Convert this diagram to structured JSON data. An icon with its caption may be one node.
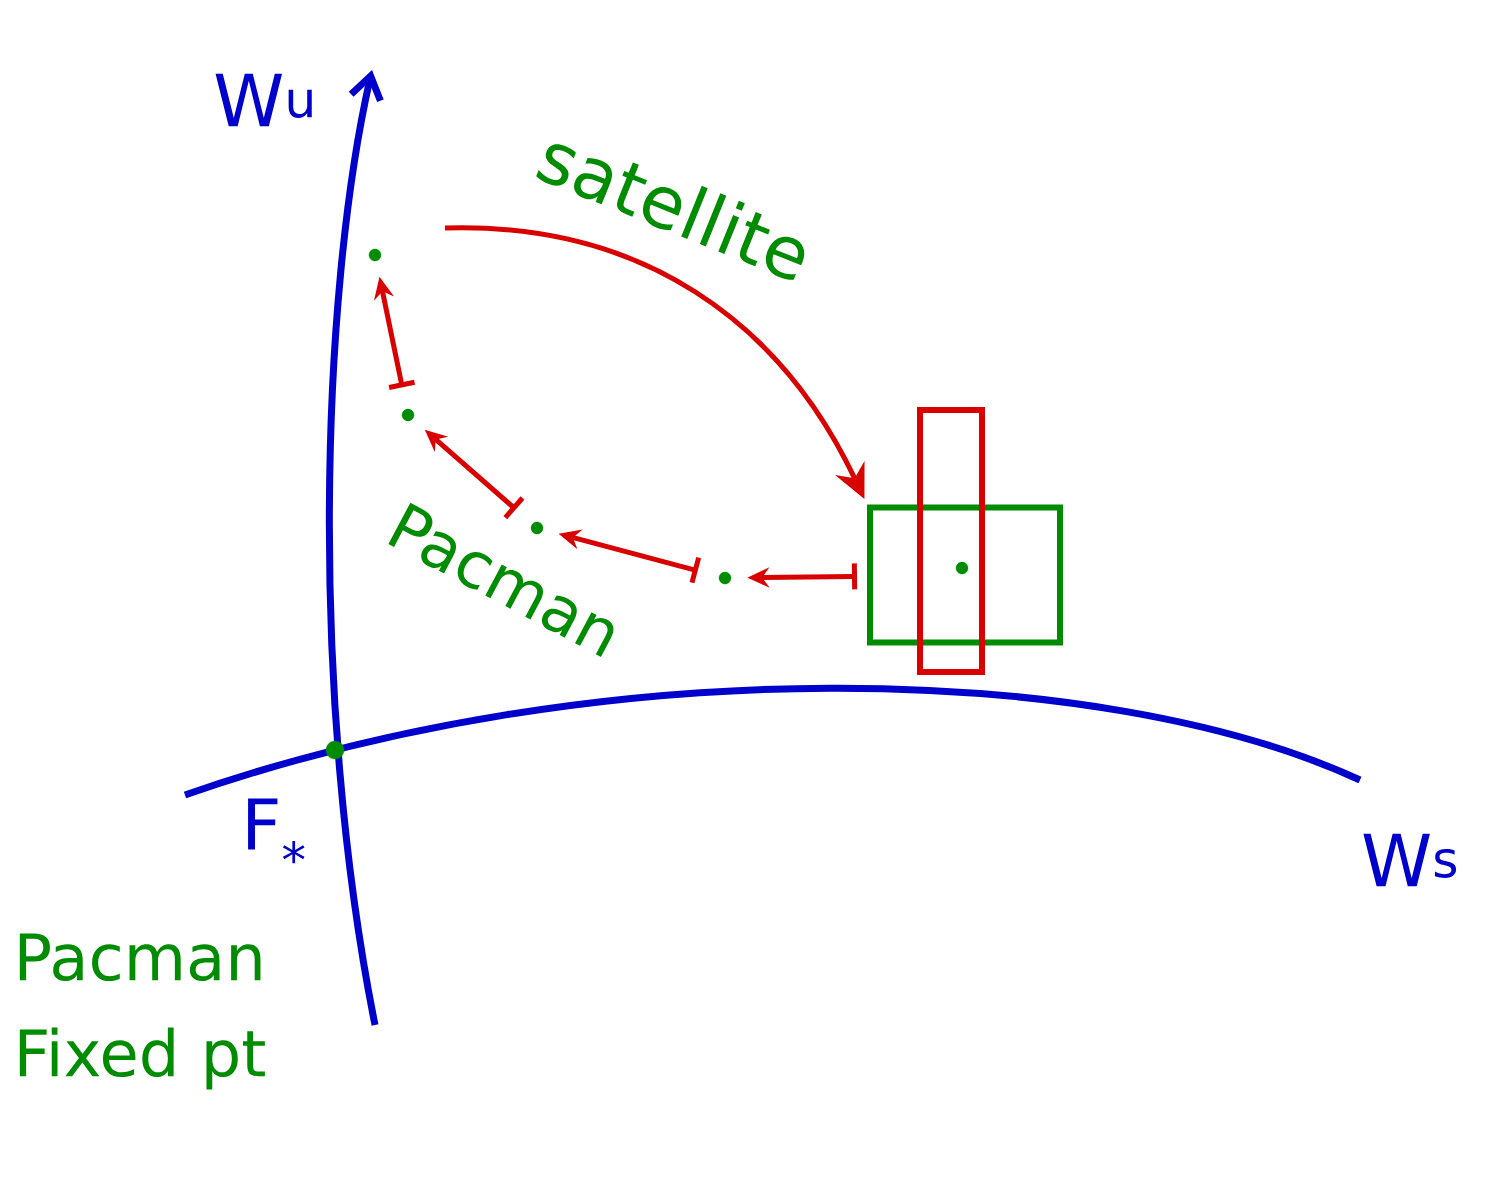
{
  "diagram": {
    "nodes": [
      {
        "text": [],
        "shape": "circle"
      },
      {
        "text": [],
        "shape": "circle"
      },
      {
        "text": [],
        "shape": "circle"
      },
      {
        "text": [],
        "shape": "circle"
      },
      {
        "text": [],
        "shape": "box"
      },
      {
        "text": [],
        "shape": "circle",
        "in": 4
      },
      {
        "text": [],
        "shape": "circle",
        "beside": [
          "F$_{*}$",
          "Pacman Fixed pt"
        ]
      }
    ],
    "edges": [
      {
        "from": null,
        "to": 4,
        "arrow": "to",
        "label": "satellite"
      },
      {
        "from": 1,
        "to": 0,
        "arrow": "to"
      },
      {
        "from": 2,
        "to": 1,
        "arrow": "to"
      },
      {
        "from": 3,
        "to": 2,
        "arrow": "to"
      },
      {
        "from": 4,
        "to": 3,
        "arrow": "to"
      }
    ],
    "labels": [
      "W$^{u}$",
      "Pacman",
      "W$^{s}$"
    ]
  }
}
